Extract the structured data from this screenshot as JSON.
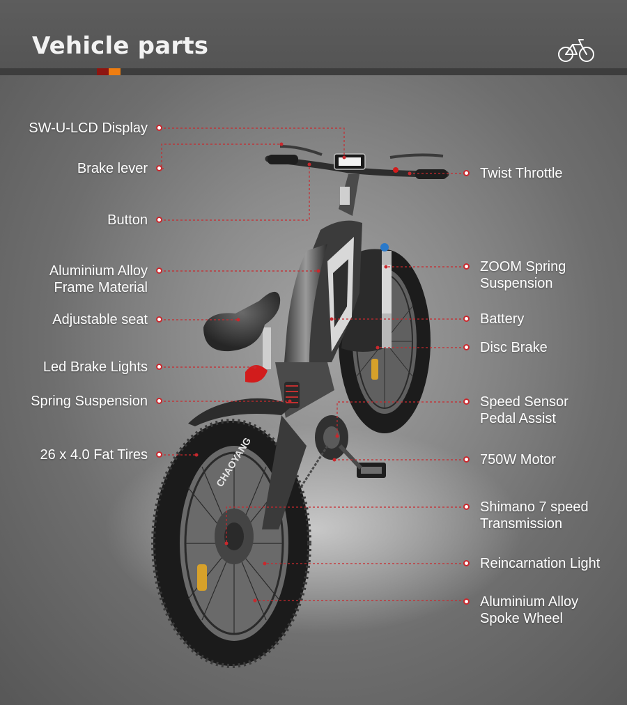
{
  "header": {
    "title": "Vehicle parts",
    "icon": "bicycle-icon",
    "accent_colors": [
      "#8e1510",
      "#ef7d10"
    ]
  },
  "left_callouts": [
    {
      "name": "sw-u-lcd-display",
      "lines": [
        "SW-U-LCD Display"
      ]
    },
    {
      "name": "brake-lever",
      "lines": [
        "Brake lever"
      ]
    },
    {
      "name": "button",
      "lines": [
        "Button"
      ]
    },
    {
      "name": "aluminium-alloy-frame",
      "lines": [
        "Aluminium Alloy",
        "Frame Material"
      ]
    },
    {
      "name": "adjustable-seat",
      "lines": [
        "Adjustable seat"
      ]
    },
    {
      "name": "led-brake-lights",
      "lines": [
        "Led Brake Lights"
      ]
    },
    {
      "name": "spring-suspension",
      "lines": [
        "Spring Suspension"
      ]
    },
    {
      "name": "fat-tires",
      "lines": [
        "26 x 4.0 Fat Tires"
      ]
    }
  ],
  "right_callouts": [
    {
      "name": "twist-throttle",
      "lines": [
        "Twist Throttle"
      ]
    },
    {
      "name": "zoom-spring-suspension",
      "lines": [
        "ZOOM Spring",
        "Suspension"
      ]
    },
    {
      "name": "battery",
      "lines": [
        "Battery"
      ]
    },
    {
      "name": "disc-brake",
      "lines": [
        "Disc Brake"
      ]
    },
    {
      "name": "speed-sensor",
      "lines": [
        "Speed Sensor",
        "Pedal Assist"
      ]
    },
    {
      "name": "motor",
      "lines": [
        "750W Motor"
      ]
    },
    {
      "name": "transmission",
      "lines": [
        "Shimano 7 speed",
        "Transmission"
      ]
    },
    {
      "name": "reincarnation-light",
      "lines": [
        "Reincarnation Light"
      ]
    },
    {
      "name": "spoke-wheel",
      "lines": [
        "Aluminium Alloy",
        "Spoke Wheel"
      ]
    }
  ],
  "tire_brand_text": "CHAOYANG",
  "colors": {
    "leader_line": "#c9282d",
    "brake_light": "#d21c1c"
  }
}
